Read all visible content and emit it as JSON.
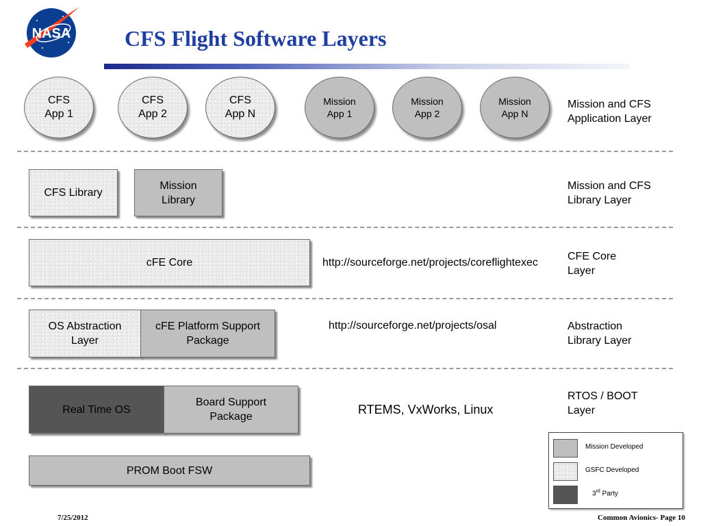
{
  "title": "CFS Flight Software Layers",
  "logo": {
    "text": "NASA",
    "icon": "nasa-meatball-logo",
    "colors": {
      "blue": "#0b3d91",
      "red": "#fc3d21"
    }
  },
  "app_layer": {
    "circles": [
      {
        "line1": "CFS",
        "line2": "App 1",
        "kind": "gsfc"
      },
      {
        "line1": "CFS",
        "line2": "App 2",
        "kind": "gsfc"
      },
      {
        "line1": "CFS",
        "line2": "App N",
        "kind": "gsfc"
      },
      {
        "line1": "Mission",
        "line2": "App 1",
        "kind": "mission"
      },
      {
        "line1": "Mission",
        "line2": "App 2",
        "kind": "mission"
      },
      {
        "line1": "Mission",
        "line2": "App N",
        "kind": "mission"
      }
    ],
    "label": "Mission and CFS\nApplication Layer"
  },
  "library_layer": {
    "cfs_library": "CFS Library",
    "mission_library": "Mission\nLibrary",
    "label": "Mission and CFS\nLibrary Layer"
  },
  "core_layer": {
    "cfe_core": "cFE Core",
    "url": "http://sourceforge.net/projects/coreflightexec",
    "label": "CFE Core\nLayer"
  },
  "abstraction_layer": {
    "osal": "OS Abstraction\nLayer",
    "psp": "cFE Platform Support\nPackage",
    "url": "http://sourceforge.net/projects/osal",
    "label": "Abstraction\nLibrary Layer"
  },
  "rtos_layer": {
    "rtos": "Real Time OS",
    "bsp": "Board Support\nPackage",
    "examples": "RTEMS, VxWorks, Linux",
    "label": "RTOS / BOOT\nLayer",
    "prom": "PROM Boot FSW"
  },
  "legend": {
    "mission": "Mission Developed",
    "gsfc": "GSFC Developed",
    "third_prefix": "3",
    "third_sup": "rd",
    "third_suffix": " Party"
  },
  "colors": {
    "mission": "#bfbfbf",
    "gsfc": "#ececec",
    "third_party": "#555555",
    "title": "#1f3fa0"
  },
  "footer": {
    "date": "7/25/2012",
    "page": "Common Avionics- Page 10"
  }
}
